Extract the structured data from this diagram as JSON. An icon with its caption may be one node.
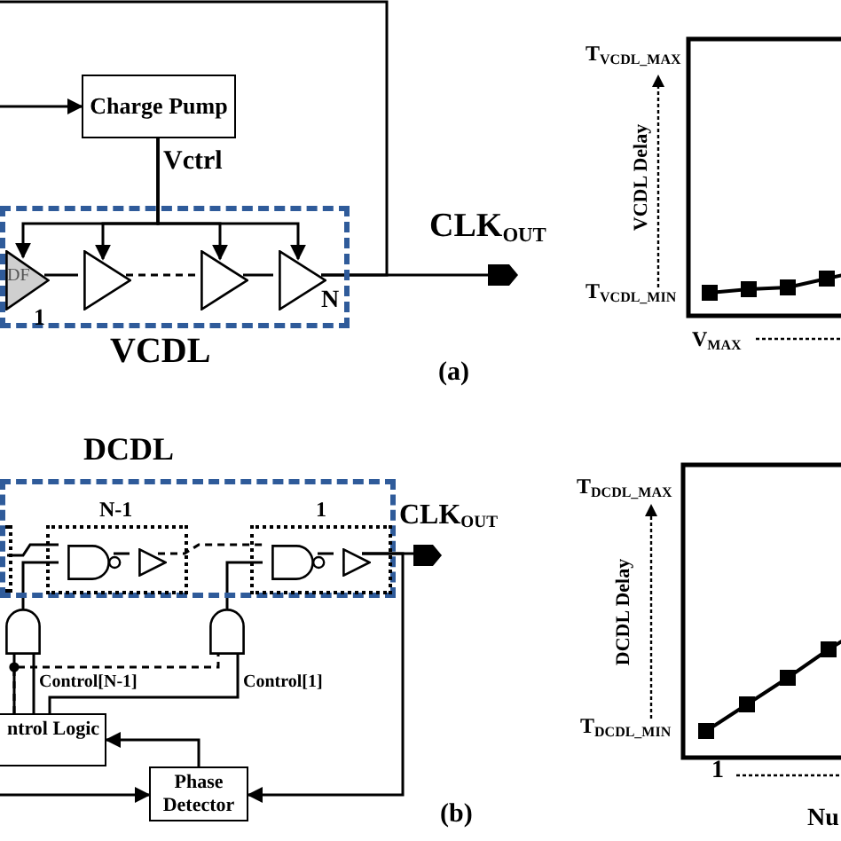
{
  "diagram": {
    "nodes": [
      {
        "text": [
          "Charge Pump"
        ]
      },
      {
        "text": [
          "VCDL"
        ]
      },
      {
        "text": [
          "DF"
        ],
        "in": 1,
        "beside": [
          "1"
        ]
      },
      {
        "text": [],
        "shape": "triangle",
        "in": 1
      },
      {
        "text": [],
        "shape": "triangle",
        "in": 1
      },
      {
        "text": [],
        "shape": "triangle",
        "in": 1,
        "beside": [
          "N"
        ]
      },
      {
        "text": [],
        "shape": "pentagon",
        "beside": [
          "CLK$_{OUT}$"
        ]
      },
      {
        "text": [
          "DCDL"
        ]
      },
      {
        "text": [],
        "shape": "box",
        "in": 7
      },
      {
        "text": [
          "N-1"
        ],
        "in": 7
      },
      {
        "text": [],
        "shape": "gate",
        "in": 9
      },
      {
        "text": [],
        "shape": "triangle",
        "in": 9
      },
      {
        "text": [
          "1"
        ],
        "in": 7
      },
      {
        "text": [],
        "shape": "gate",
        "in": 12
      },
      {
        "text": [],
        "shape": "triangle",
        "in": 12
      },
      {
        "text": [],
        "shape": "pentagon",
        "beside": [
          "CLK$_{OUT}$"
        ]
      },
      {
        "text": [],
        "shape": "gate"
      },
      {
        "text": [],
        "shape": "gate"
      },
      {
        "text": [
          "ntrol Logic"
        ]
      },
      {
        "text": [
          "Phase Detector"
        ]
      }
    ],
    "edges": [
      {
        "from": null,
        "to": 0,
        "arrow": "to"
      },
      {
        "from": 0,
        "to": 2,
        "arrow": "to"
      },
      {
        "from": 0,
        "to": 3,
        "arrow": "to"
      },
      {
        "from": 0,
        "to": 4,
        "arrow": "to"
      },
      {
        "from": 0,
        "to": 5,
        "arrow": "to"
      },
      {
        "from": 2,
        "to": 3,
        "arrow": "none"
      },
      {
        "from": 3,
        "to": 4,
        "arrow": "none",
        "style": "dashed"
      },
      {
        "from": 4,
        "to": 5,
        "arrow": "none"
      },
      {
        "from": 5,
        "to": 6,
        "arrow": "none"
      },
      {
        "from": 5,
        "to": null,
        "arrow": "none"
      },
      {
        "from": 8,
        "to": 10,
        "arrow": "none"
      },
      {
        "from": 10,
        "to": 11,
        "arrow": "none"
      },
      {
        "from": 11,
        "to": 13,
        "arrow": "none",
        "style": "dashed"
      },
      {
        "from": 13,
        "to": 14,
        "arrow": "none"
      },
      {
        "from": 14,
        "to": 15,
        "arrow": "none"
      },
      {
        "from": 16,
        "to": 10,
        "arrow": "none"
      },
      {
        "from": 17,
        "to": 13,
        "arrow": "none"
      },
      {
        "from": 18,
        "to": 16,
        "arrow": "none"
      },
      {
        "from": 18,
        "to": 16,
        "arrow": "none"
      },
      {
        "from": 18,
        "to": 17,
        "arrow": "none"
      },
      {
        "from": 18,
        "to": 17,
        "arrow": "none",
        "style": "dashed"
      },
      {
        "from": 19,
        "to": 18,
        "arrow": "to"
      },
      {
        "from": 14,
        "to": 19,
        "arrow": "to"
      },
      {
        "from": null,
        "to": 19,
        "arrow": "to"
      }
    ],
    "labels": [
      "Vctrl",
      "(a)",
      "T$_{VCDL_MAX}$",
      "VCDL Delay",
      "T$_{VCDL_MIN}$",
      "V$_{MAX}$",
      "Control[N-1]",
      "Control[1]",
      "(b)",
      "T$_{DCDL_MAX}$",
      "DCDL Delay",
      "T$_{DCDL_MIN}$",
      "1",
      "Nu"
    ]
  }
}
